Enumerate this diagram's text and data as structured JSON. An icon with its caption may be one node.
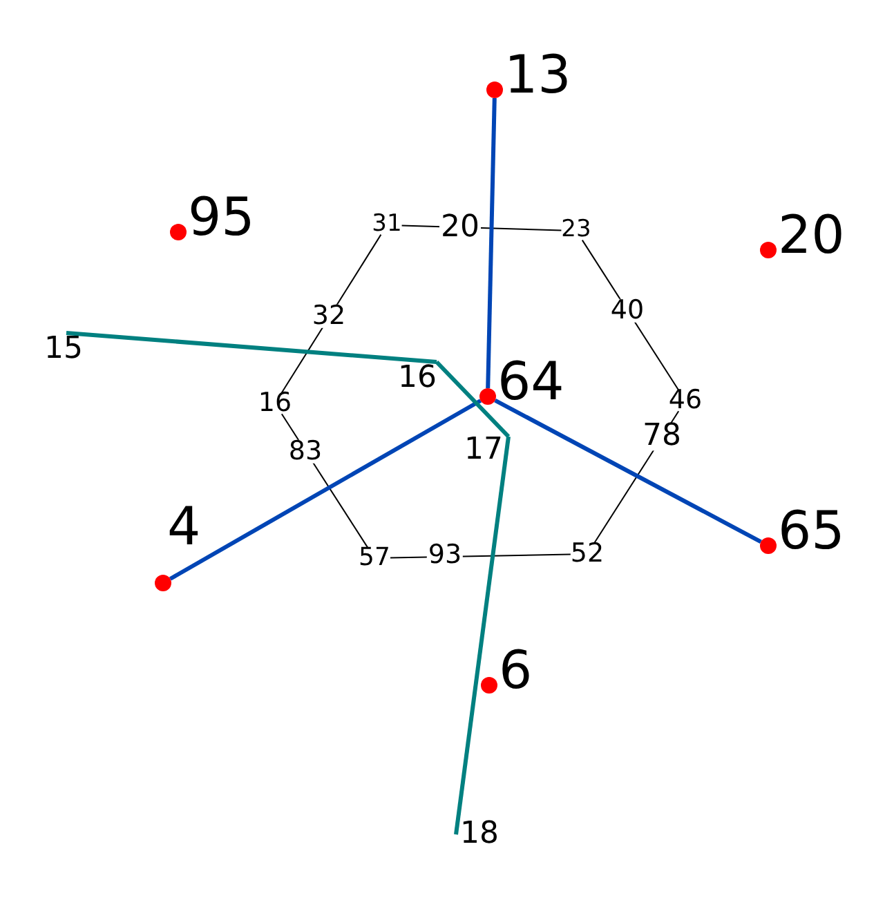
{
  "diagram": {
    "nodes": [
      {
        "text": [],
        "shape": "circle",
        "beside": [
          "13"
        ]
      },
      {
        "text": [],
        "shape": "circle",
        "beside": [
          "95"
        ]
      },
      {
        "text": [
          "31"
        ]
      },
      {
        "text": [
          "23"
        ]
      },
      {
        "text": [],
        "shape": "circle",
        "beside": [
          "20"
        ]
      },
      {
        "text": [
          "15"
        ]
      },
      {
        "text": [
          "16"
        ]
      },
      {
        "text": [
          "16"
        ]
      },
      {
        "text": [],
        "shape": "circle",
        "beside": [
          "64"
        ]
      },
      {
        "text": [
          "46"
        ]
      },
      {
        "text": [
          "17"
        ]
      },
      {
        "text": [],
        "shape": "circle",
        "beside": [
          "65"
        ]
      },
      {
        "text": [],
        "shape": "circle",
        "beside": [
          "4"
        ]
      },
      {
        "text": [
          "57"
        ]
      },
      {
        "text": [
          "52"
        ]
      },
      {
        "text": [],
        "shape": "circle",
        "beside": [
          "6"
        ]
      },
      {
        "text": [
          "18"
        ]
      }
    ],
    "edges": [
      {
        "from": 2,
        "to": 3,
        "arrow": "none",
        "label": "20"
      },
      {
        "from": 3,
        "to": 9,
        "arrow": "none",
        "label": "40"
      },
      {
        "from": 9,
        "to": 14,
        "arrow": "none",
        "label": "78"
      },
      {
        "from": 14,
        "to": 13,
        "arrow": "none",
        "label": "93"
      },
      {
        "from": 13,
        "to": 7,
        "arrow": "none",
        "label": "83"
      },
      {
        "from": 7,
        "to": 2,
        "arrow": "none",
        "label": "32"
      },
      {
        "from": 8,
        "to": 0,
        "arrow": "none",
        "style": "thick",
        "color": "#0045b5"
      },
      {
        "from": 8,
        "to": 12,
        "arrow": "none",
        "style": "thick",
        "color": "#0045b5"
      },
      {
        "from": 8,
        "to": 11,
        "arrow": "none",
        "style": "thick",
        "color": "#0045b5"
      },
      {
        "from": 5,
        "to": 6,
        "arrow": "none",
        "style": "thick",
        "color": "#008080"
      },
      {
        "from": 6,
        "to": 10,
        "arrow": "none",
        "style": "thick",
        "color": "#008080"
      },
      {
        "from": 10,
        "to": 16,
        "arrow": "none",
        "style": "thick",
        "color": "#008080"
      }
    ]
  }
}
